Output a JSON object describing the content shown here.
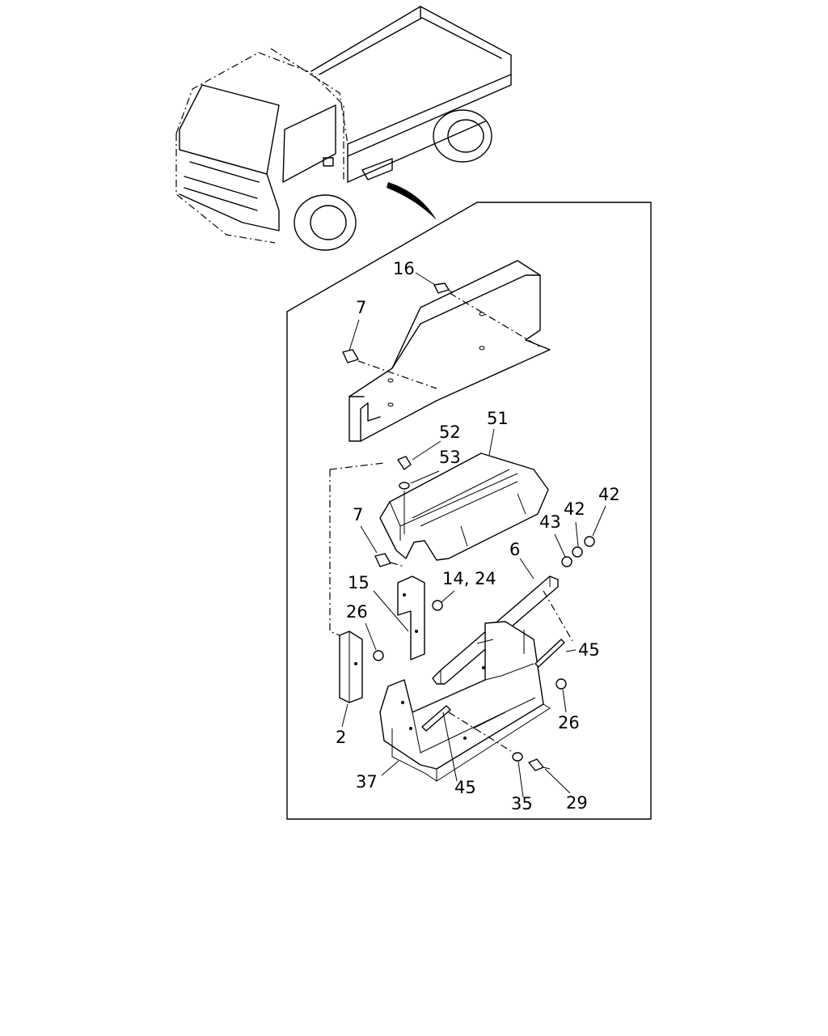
{
  "callouts": {
    "c16": "16",
    "c7_top": "7",
    "c52": "52",
    "c51": "51",
    "c53": "53",
    "c42_a": "42",
    "c42_b": "42",
    "c43": "43",
    "c7_mid": "7",
    "c6": "6",
    "c15": "15",
    "c14_24": "14, 24",
    "c26_left": "26",
    "c45_right": "45",
    "c26_right": "26",
    "c2": "2",
    "c37": "37",
    "c45_bottom": "45",
    "c35": "35",
    "c29": "29"
  }
}
